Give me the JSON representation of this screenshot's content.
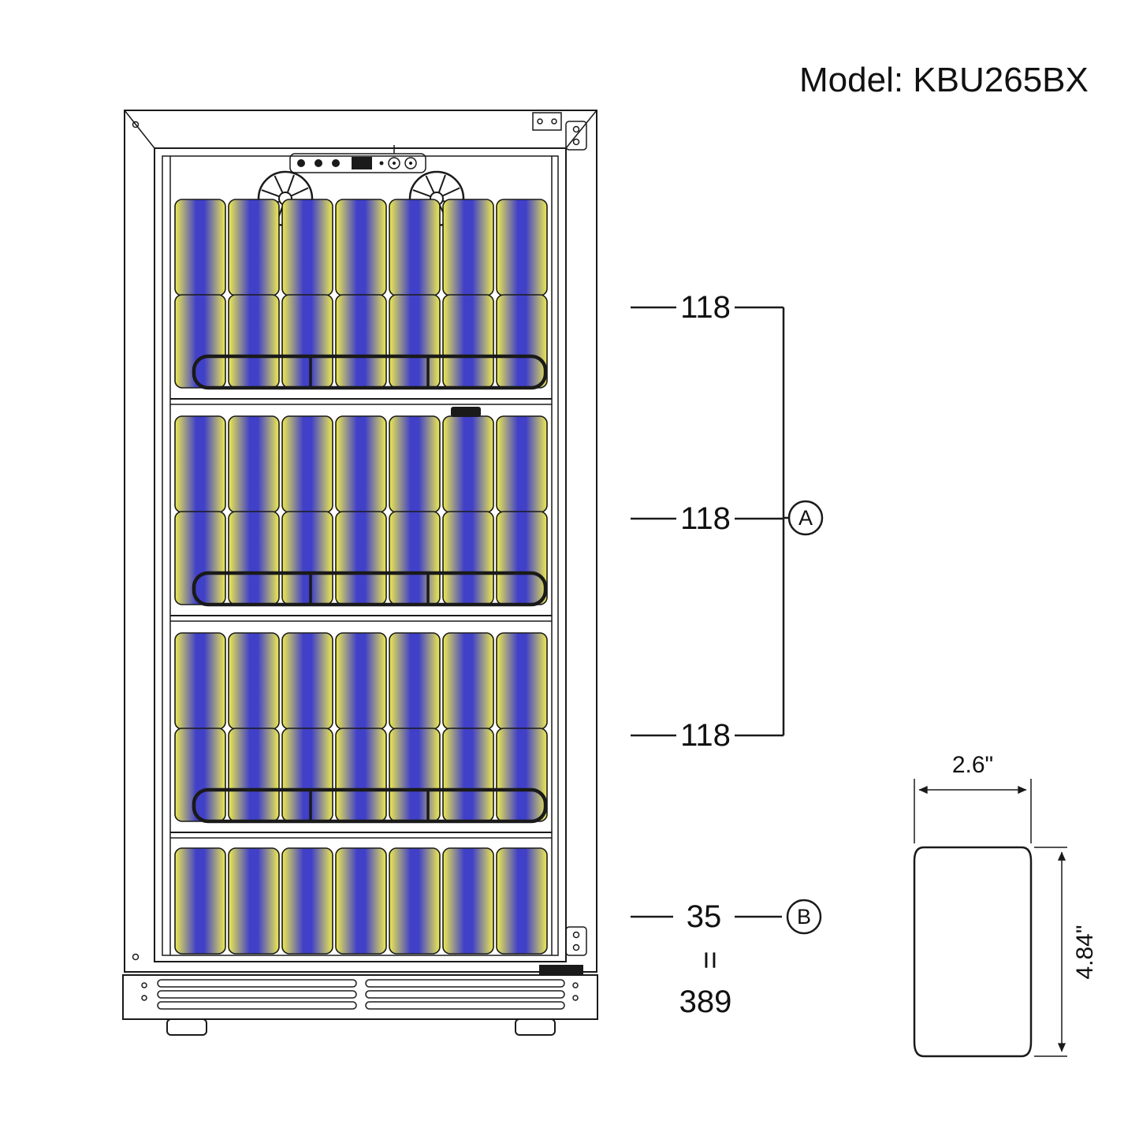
{
  "title": "Model: KBU265BX",
  "annotations": {
    "shelf_dims": [
      "118",
      "118",
      "118"
    ],
    "group_label": "A",
    "bottom_dim": "35",
    "bottom_label": "B",
    "equals_sign": "=",
    "total_dim": "389"
  },
  "can_detail": {
    "width_label": "2.6\"",
    "height_label": "4.84\""
  },
  "cooler": {
    "shelf_sections": 3,
    "rows_per_section": 2,
    "cans_per_row": 7,
    "bottom_row_cans": 7
  },
  "colors": {
    "line": "#1a1a1a",
    "text": "#111111",
    "can_yellow": "#eeeb4f",
    "can_blue": "#4040c8"
  }
}
